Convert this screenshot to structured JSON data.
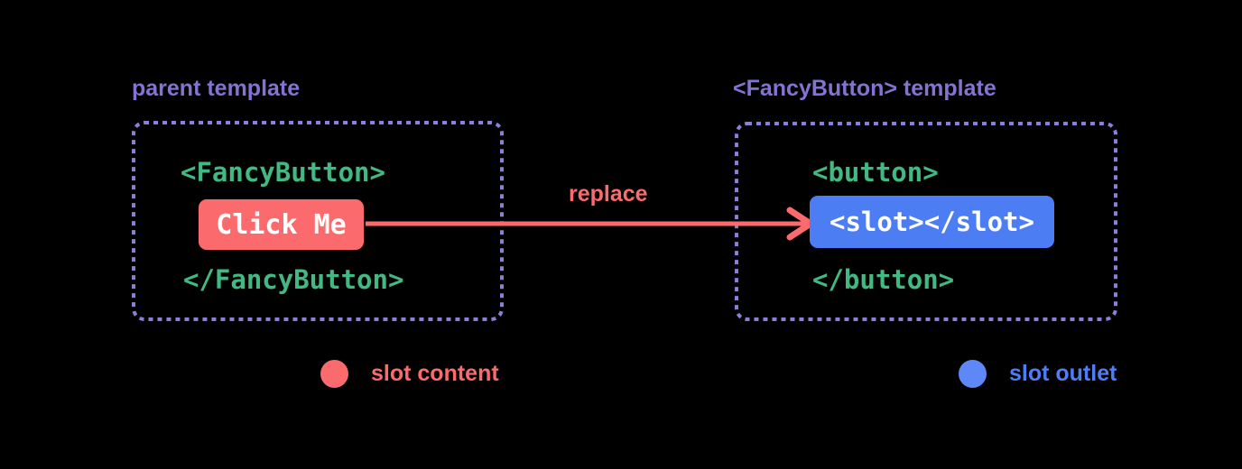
{
  "diagram": {
    "parent": {
      "title": "parent template",
      "code_open": "<FancyButton>",
      "code_close": "</FancyButton>",
      "button_label": "Click Me"
    },
    "fancy": {
      "title": "<FancyButton> template",
      "code_open": "<button>",
      "code_close": "</button>",
      "slot_label": "<slot></slot>"
    },
    "arrow_label": "replace",
    "legend": [
      {
        "label": "slot content",
        "color": "#fb6b6d"
      },
      {
        "label": "slot outlet",
        "color": "#5e88f7"
      }
    ],
    "colors": {
      "background": "#000000",
      "heading_purple": "#8672d2",
      "border_purple": "#8d7ed8",
      "code_green": "#42b883",
      "accent_salmon": "#fb6b6d",
      "accent_blue": "#4c7df3",
      "text_white": "#ffffff"
    }
  }
}
